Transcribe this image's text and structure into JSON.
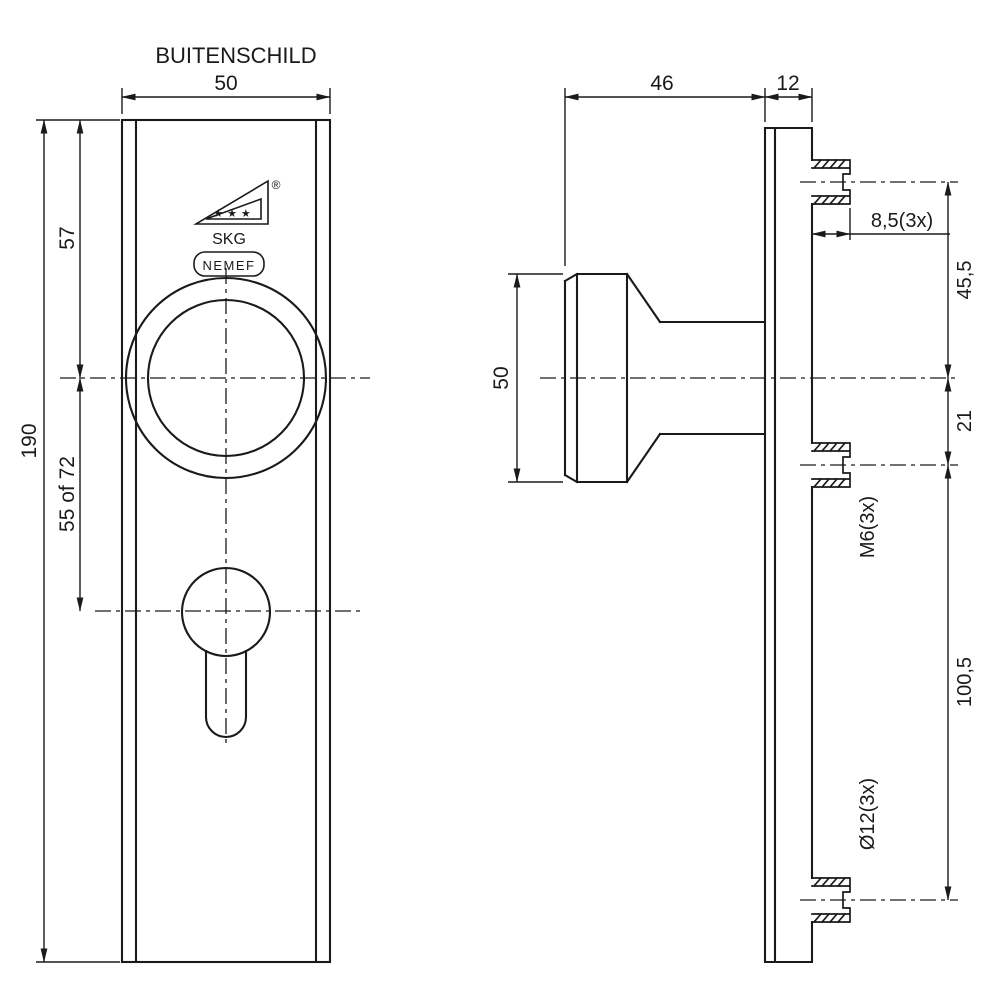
{
  "colors": {
    "line": "#1a1a1a",
    "background": "#ffffff"
  },
  "title": "BUITENSCHILD",
  "front_view": {
    "plate_width": "50",
    "plate_height": "190",
    "top_to_knob_center": "57",
    "knob_center_to_cylinder": "55 of 72",
    "logo": {
      "text": "SKG",
      "registered": "®",
      "stars": "★★★"
    },
    "brand": "NEMEF"
  },
  "side_view": {
    "knob_depth": "46",
    "plate_thickness": "12",
    "knob_diameter": "50",
    "stud_length": "8,5(3x)",
    "top_stud_to_center": "45,5",
    "center_to_middle_stud": "21",
    "stud_thread": "M6(3x)",
    "middle_to_bottom_stud": "100,5",
    "stud_diameter": "Ø12(3x)"
  }
}
